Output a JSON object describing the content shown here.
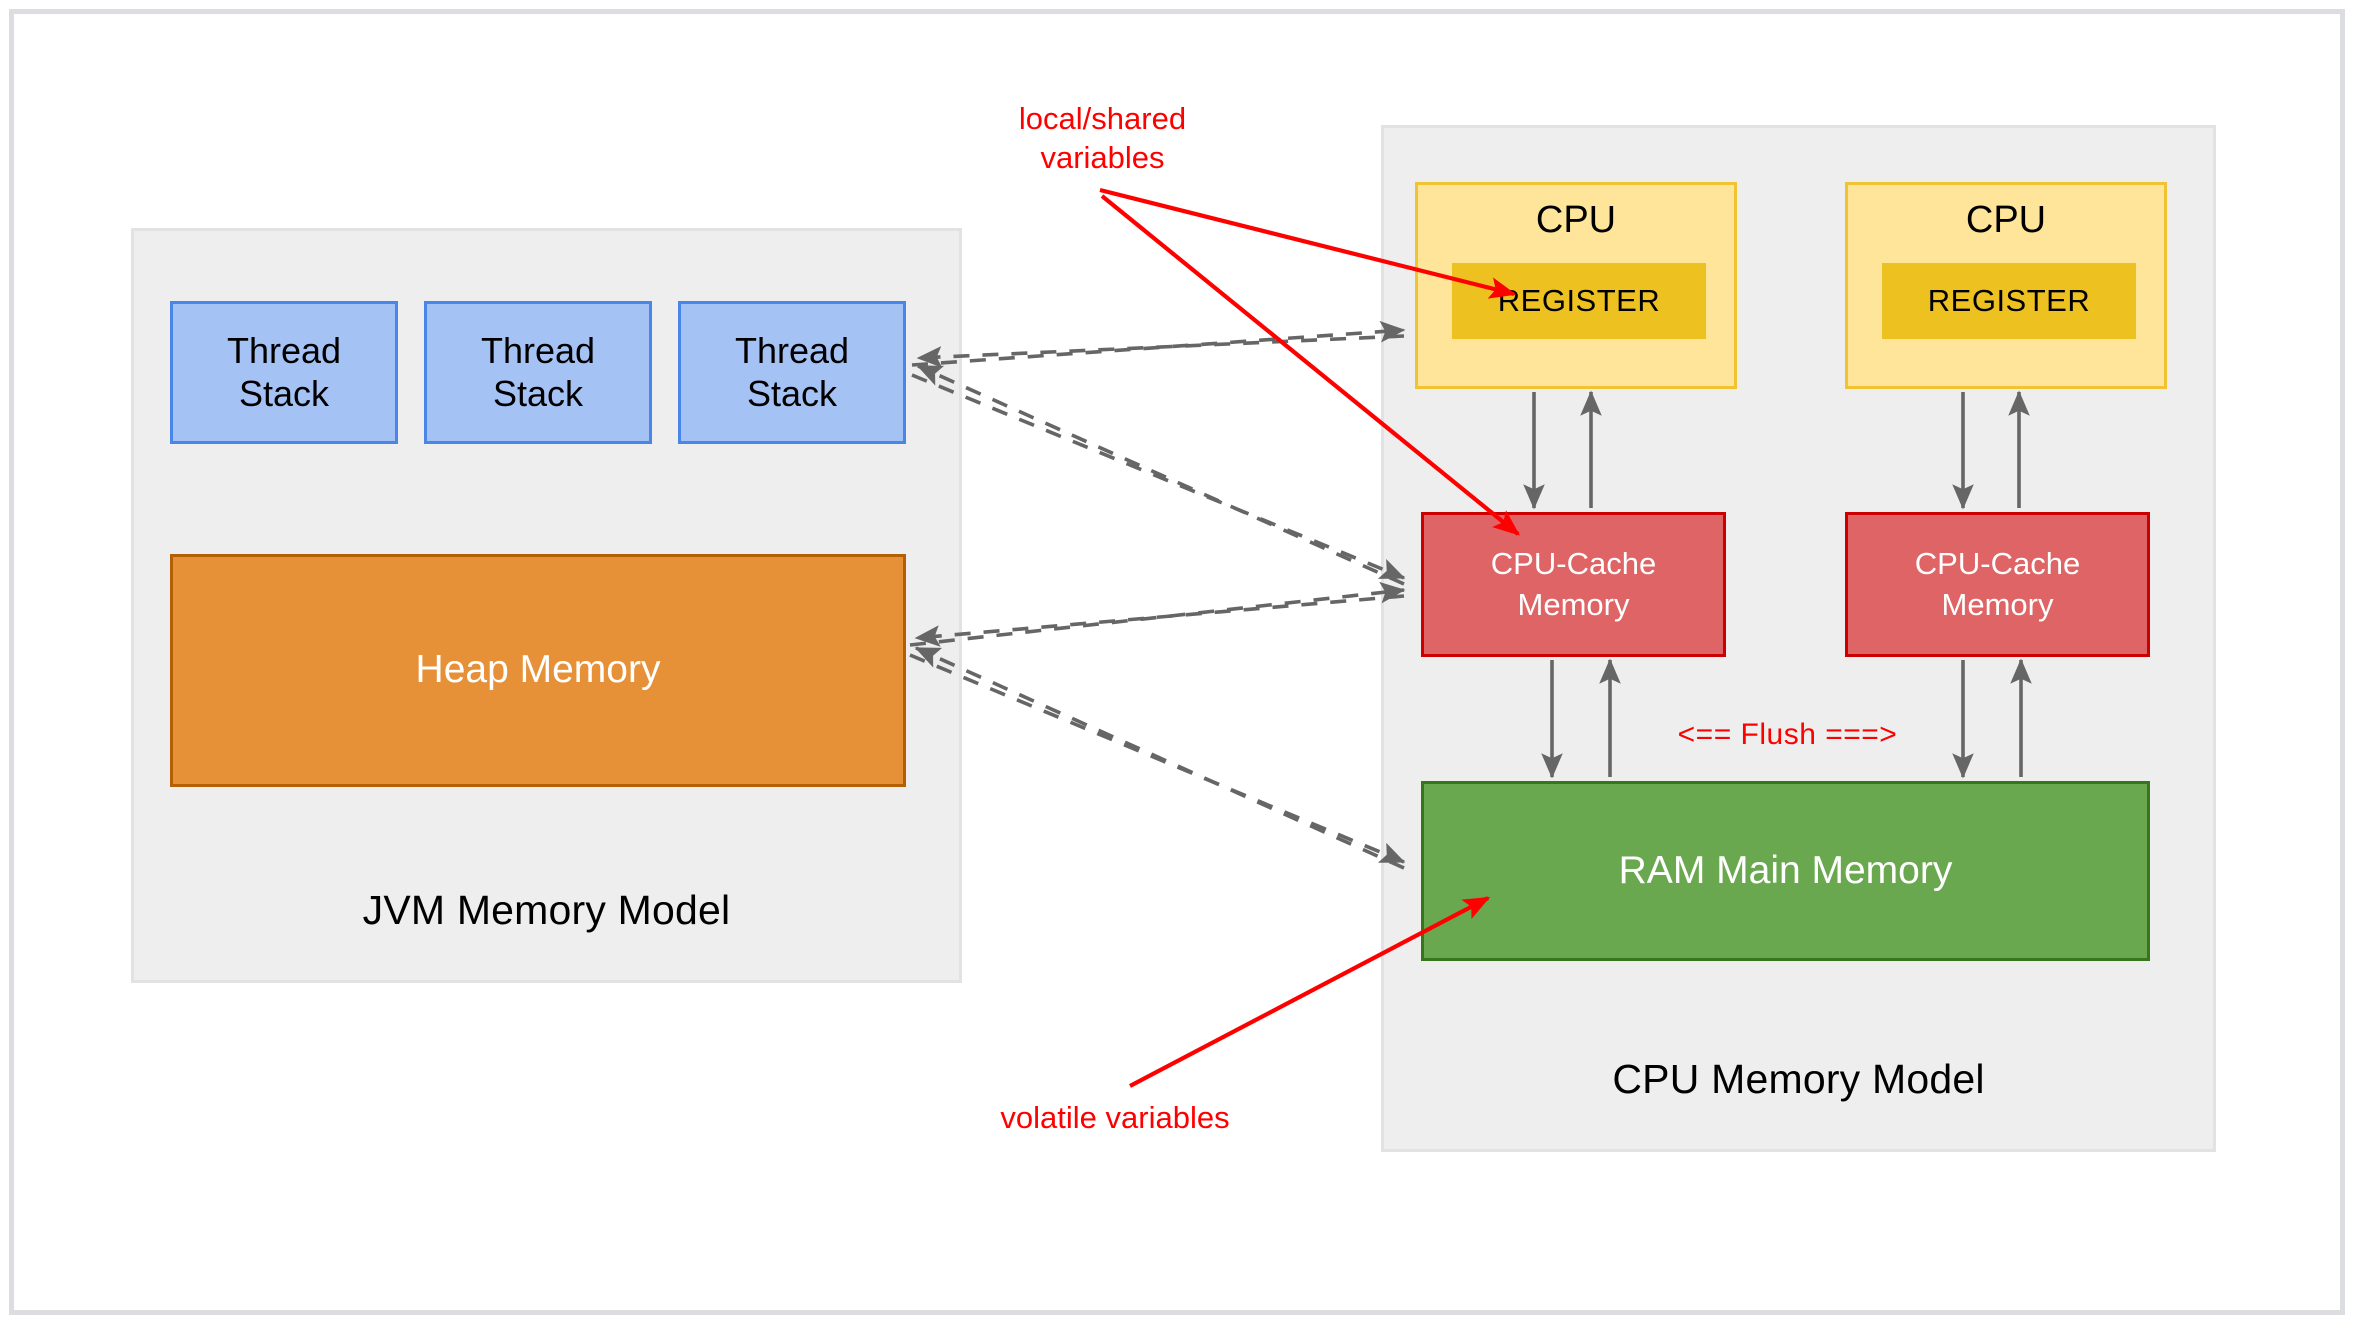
{
  "diagram": {
    "title": "JVM Memory Model and CPU Memory Model",
    "colors": {
      "panel_bg": "#eeeeee",
      "thread_stack_fill": "#a4c2f4",
      "thread_stack_border": "#4a86e8",
      "heap_fill": "#e69138",
      "heap_border": "#b45f06",
      "cpu_fill": "#ffe599",
      "cpu_border": "#f1c232",
      "register_fill": "#edc220",
      "cache_fill": "#de6466",
      "cache_border": "#cc0000",
      "ram_fill": "#6aa84f",
      "ram_border": "#38761d",
      "annotation_red": "#ff0000",
      "arrow_gray": "#666666"
    }
  },
  "jvm_panel": {
    "title": "JVM Memory Model",
    "thread_stacks": [
      {
        "label": "Thread\nStack"
      },
      {
        "label": "Thread\nStack"
      },
      {
        "label": "Thread\nStack"
      }
    ],
    "heap": {
      "label": "Heap Memory"
    }
  },
  "cpu_panel": {
    "title": "CPU Memory Model",
    "cpus": [
      {
        "label": "CPU",
        "register_label": "REGISTER",
        "cache_label": "CPU-Cache\nMemory"
      },
      {
        "label": "CPU",
        "register_label": "REGISTER",
        "cache_label": "CPU-Cache\nMemory"
      }
    ],
    "ram": {
      "label": "RAM Main Memory"
    },
    "flush_label": "<== Flush ===>"
  },
  "annotations": [
    {
      "id": "local-shared",
      "text": "local/shared\nvariables",
      "color": "#ff0000"
    },
    {
      "id": "volatile",
      "text": "volatile variables",
      "color": "#ff0000"
    }
  ]
}
